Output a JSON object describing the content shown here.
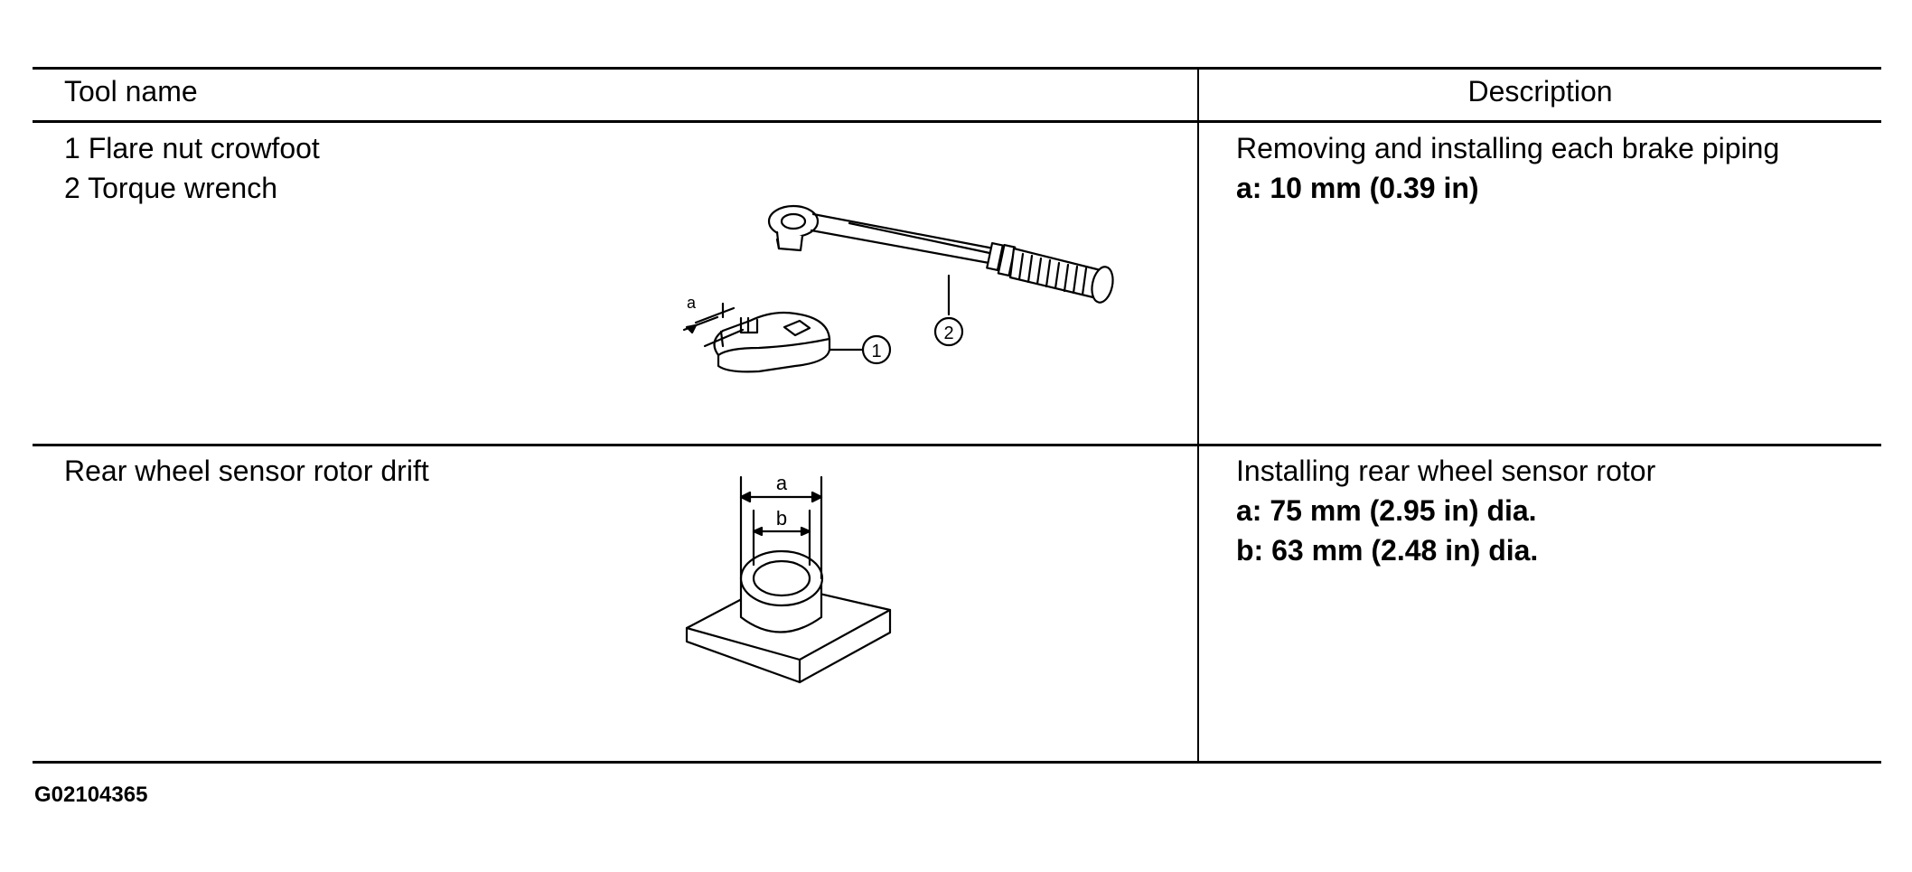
{
  "table": {
    "headers": {
      "tool_name": "Tool name",
      "description": "Description"
    },
    "rows": [
      {
        "tool_lines": [
          "1 Flare nut crowfoot",
          "2 Torque wrench"
        ],
        "description": "Removing and installing each brake piping",
        "specs": [
          "a: 10 mm (0.39 in)"
        ],
        "figure_labels": {
          "a": "a",
          "callout_1": "1",
          "callout_2": "2"
        }
      },
      {
        "tool_lines": [
          "Rear wheel sensor rotor drift"
        ],
        "description": "Installing rear wheel sensor rotor",
        "specs": [
          "a: 75 mm (2.95 in) dia.",
          "b: 63 mm (2.48 in) dia."
        ],
        "figure_labels": {
          "a": "a",
          "b": "b"
        }
      }
    ]
  },
  "figure_code": "G02104365"
}
